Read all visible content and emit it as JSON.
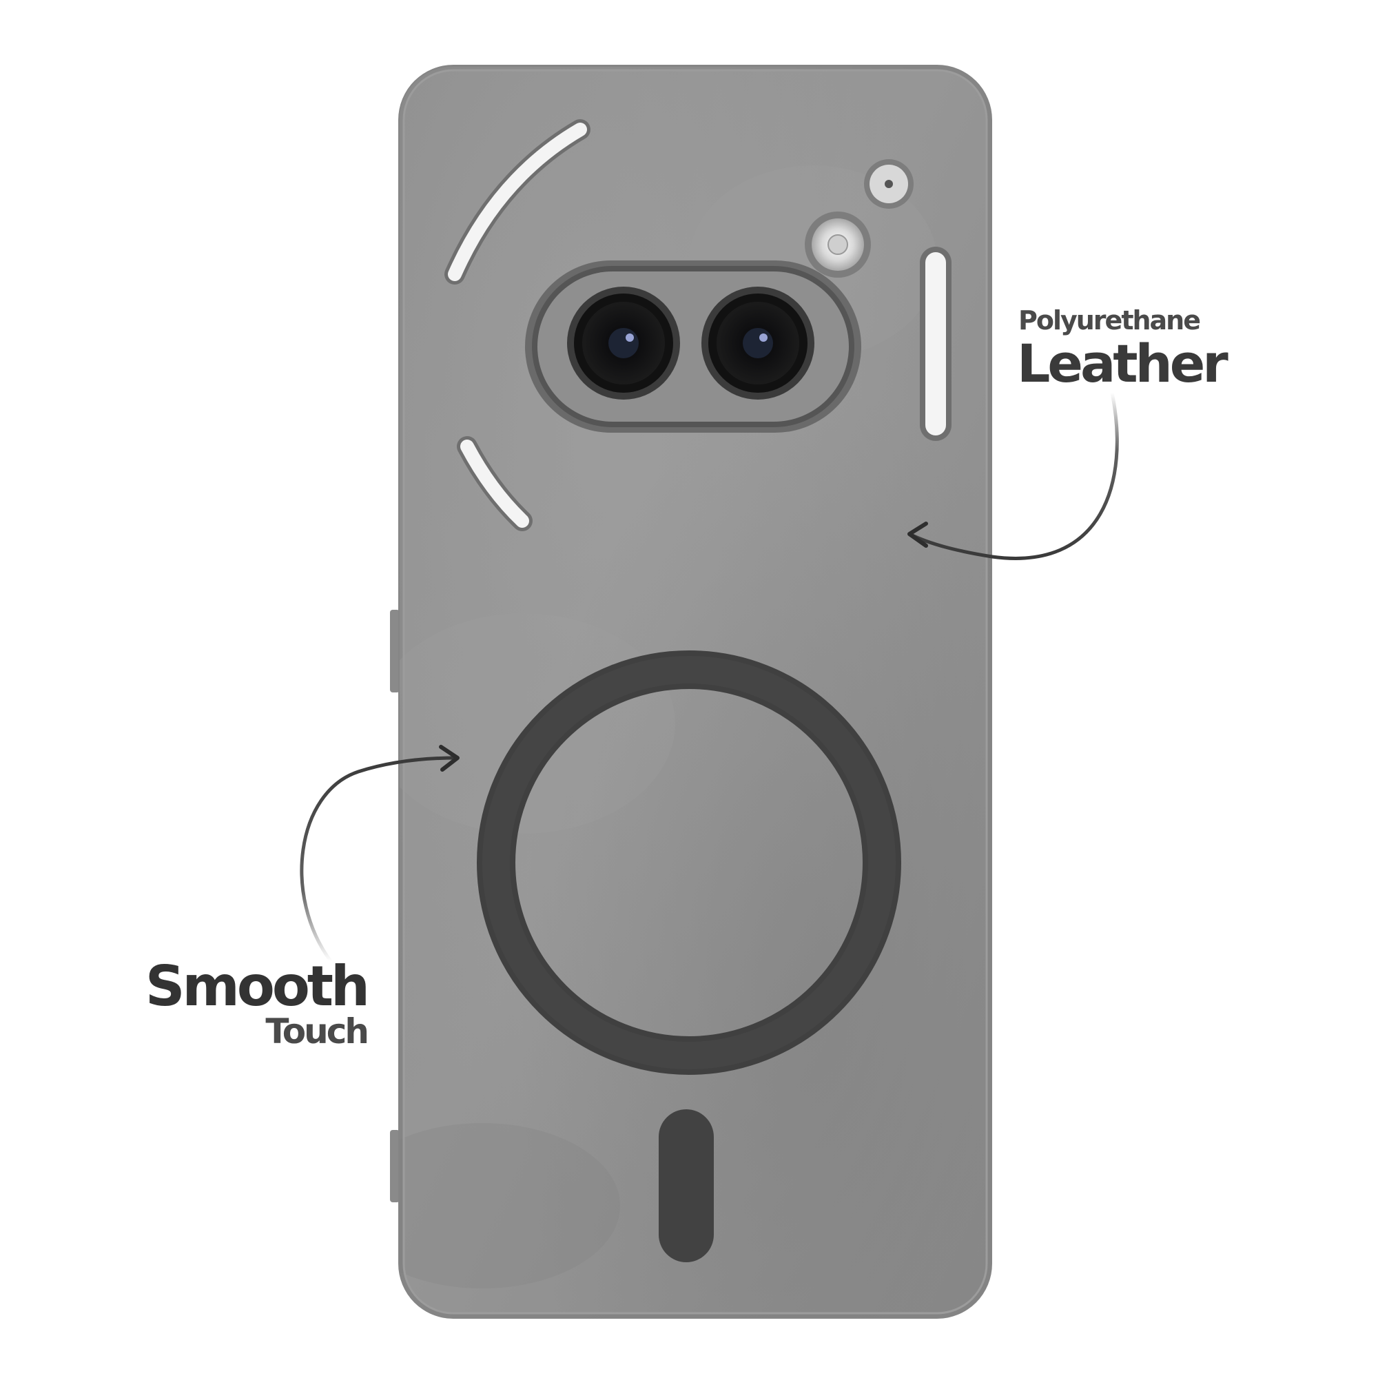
{
  "callouts": {
    "top_right": {
      "line1": "Polyurethane",
      "line2": "Leather"
    },
    "bottom_left": {
      "line1": "Smooth",
      "line2": "Touch"
    }
  },
  "colors": {
    "background": "#ffffff",
    "case_body": "#8e8e8e",
    "case_edge": "#7a7a7a",
    "camera_island": "#555555",
    "lens": "#141414",
    "magsafe_ring": "#3e3e3e",
    "light_strip": "#f4f4f4",
    "text_main": "#3a3a3a",
    "text_sub": "#4a4a4a"
  },
  "image": {
    "subject": "phone-case-back",
    "icons": [
      "camera-lens-icon",
      "flash-icon",
      "magsafe-ring-icon",
      "arrow-icon"
    ]
  }
}
